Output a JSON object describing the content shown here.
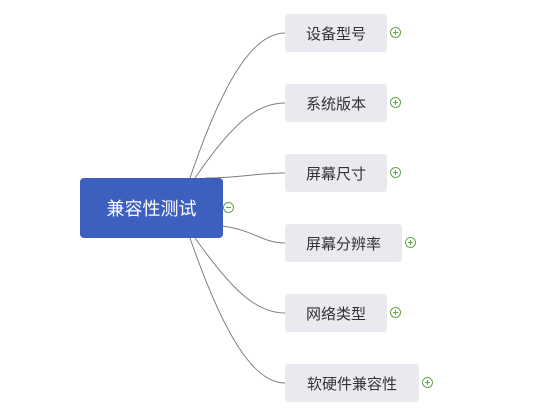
{
  "root": {
    "label": "兼容性测试",
    "toggle_icon": "collapse-minus-icon"
  },
  "children": [
    {
      "label": "设备型号",
      "toggle_icon": "expand-plus-icon"
    },
    {
      "label": "系统版本",
      "toggle_icon": "expand-plus-icon"
    },
    {
      "label": "屏幕尺寸",
      "toggle_icon": "expand-plus-icon"
    },
    {
      "label": "屏幕分辨率",
      "toggle_icon": "expand-plus-icon"
    },
    {
      "label": "网络类型",
      "toggle_icon": "expand-plus-icon"
    },
    {
      "label": "软硬件兼容性",
      "toggle_icon": "expand-plus-icon"
    }
  ],
  "colors": {
    "root_fill": "#3d5fc0",
    "child_fill": "#e9e9ef",
    "connector": "#7f7f7f",
    "toggle": "#6aa548"
  }
}
